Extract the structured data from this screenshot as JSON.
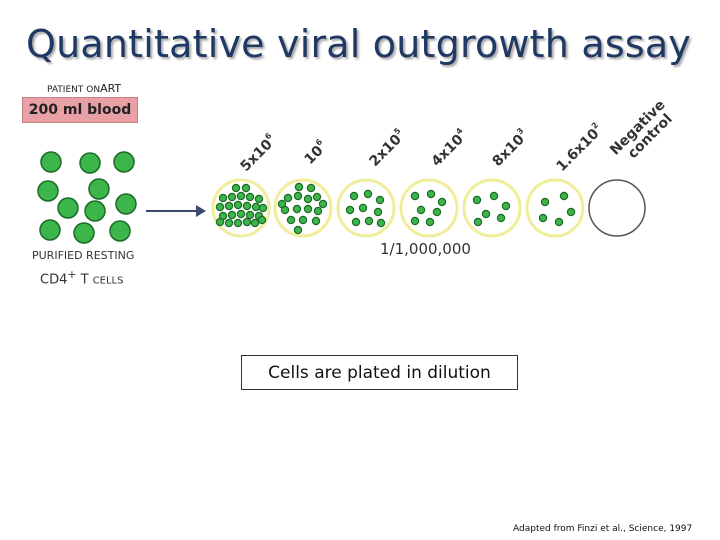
{
  "title": "Quantitative viral outgrowth assay",
  "patient_label": "PATIENT ON",
  "patient_label_art": "ART",
  "blood_label": "200 ml blood",
  "resting_label": "PURIFIED RESTING",
  "cd4_label_main": "CD4",
  "cd4_label_sup": "+",
  "cd4_label_t": " T ",
  "cd4_label_cells": "CELLS",
  "dilution_label": "1/1,000,000",
  "callout_label": "Cells are plated in dilution",
  "source_label": "Adapted from Finzi et al., Science, 1997",
  "wells": [
    {
      "base": "5x10",
      "exp": "6"
    },
    {
      "base": "10",
      "exp": "6"
    },
    {
      "base": "2x10",
      "exp": "5"
    },
    {
      "base": "4x10",
      "exp": "4"
    },
    {
      "base": "8x10",
      "exp": "3"
    },
    {
      "base": "1.6x10",
      "exp": "2"
    },
    {
      "line1": "Negative",
      "line2": "control"
    }
  ],
  "colors": {
    "title": "#1f3864",
    "cell_fill": "#3cb54a",
    "cell_stroke": "#1b6b26",
    "well_border": "#f0ee9a",
    "blood_box": "#e8a0a4",
    "arrow": "#3b4a6b"
  }
}
